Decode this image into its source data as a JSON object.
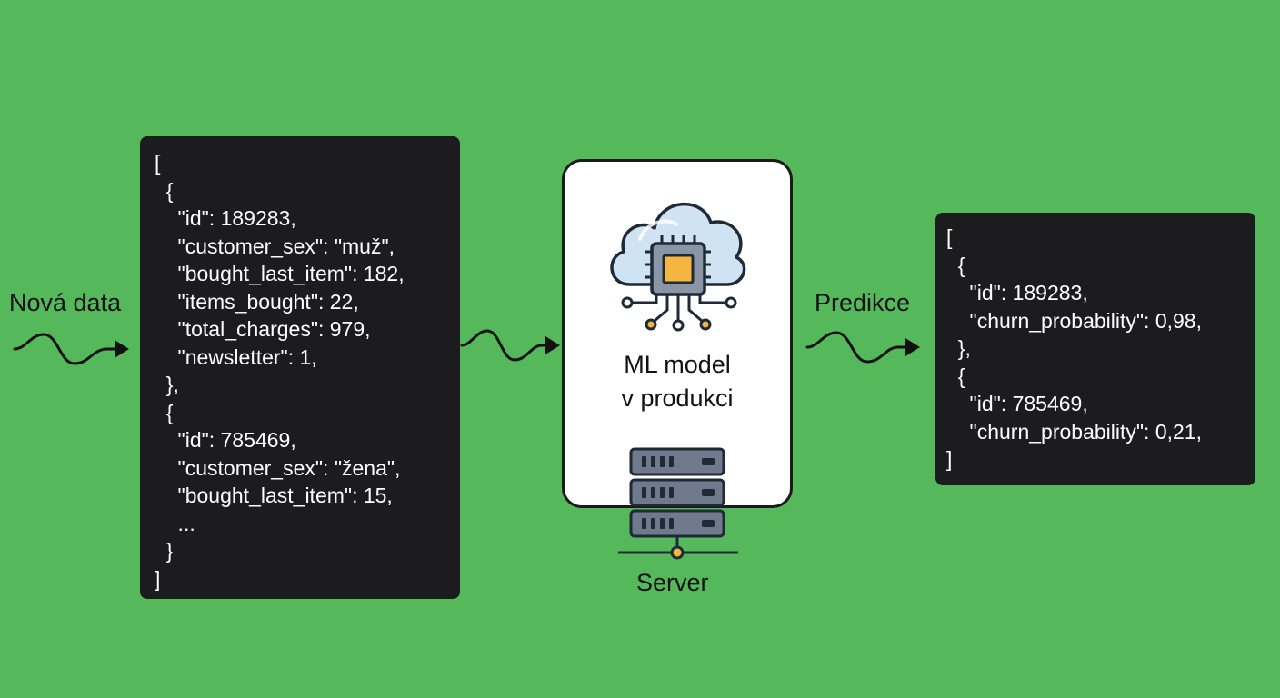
{
  "input_panel": {
    "lines": [
      "[",
      "  {",
      "    \"id\": 189283,",
      "    \"customer_sex\": \"muž\",",
      "    \"bought_last_item\": 182,",
      "    \"items_bought\": 22,",
      "    \"total_charges\": 979,",
      "    \"newsletter\": 1,",
      "  },",
      "  {",
      "    \"id\": 785469,",
      "    \"customer_sex\": \"žena\",",
      "    \"bought_last_item\": 15,",
      "    ...",
      "  }",
      "]"
    ]
  },
  "input_label": "Nová data",
  "model": {
    "title": "ML model\nv produkci"
  },
  "server_label": "Server",
  "output_label": "Predikce",
  "output_panel": {
    "lines": [
      "[",
      "  {",
      "    \"id\": 189283,",
      "    \"churn_probability\": 0,98,",
      "  },",
      "  {",
      "    \"id\": 785469,",
      "    \"churn_probability\": 0,21,",
      "]"
    ]
  },
  "colors": {
    "background": "#55b95c",
    "panel": "#1c1c1e",
    "chip": "#f4b63f",
    "cloud": "#cfe3f3"
  },
  "icons": [
    "wavy-arrow-icon",
    "cloud-chip-icon",
    "server-icon"
  ]
}
